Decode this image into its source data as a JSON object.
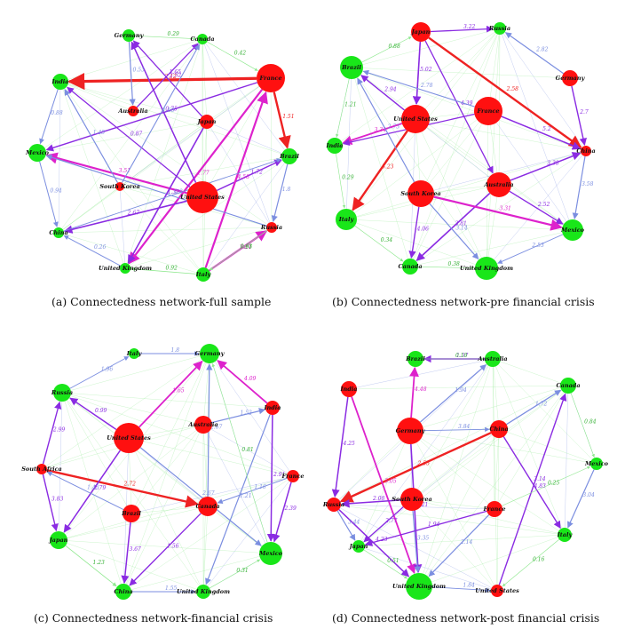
{
  "colors": {
    "net_out": "#ff1010",
    "net_in": "#19e619",
    "edge_strong": "#dd22cc",
    "edge_mid": "#8a2be2",
    "edge_weak": "#7b8ee0",
    "edge_faint": "#8fe88f",
    "edge_top": "#ee2222"
  },
  "panels": [
    {
      "caption": "(a) Connectedness network-full sample",
      "nodes": [
        {
          "label": "Germany",
          "type": "in",
          "r": 7
        },
        {
          "label": "Canada",
          "type": "in",
          "r": 6
        },
        {
          "label": "India",
          "type": "in",
          "r": 9
        },
        {
          "label": "Australia",
          "type": "out",
          "r": 6
        },
        {
          "label": "France",
          "type": "out",
          "r": 16
        },
        {
          "label": "Japan",
          "type": "out",
          "r": 8
        },
        {
          "label": "Mexico",
          "type": "in",
          "r": 10
        },
        {
          "label": "Brazil",
          "type": "in",
          "r": 9
        },
        {
          "label": "South Korea",
          "type": "out",
          "r": 5
        },
        {
          "label": "United States",
          "type": "out",
          "r": 18
        },
        {
          "label": "China",
          "type": "in",
          "r": 6
        },
        {
          "label": "Russia",
          "type": "out",
          "r": 6
        },
        {
          "label": "United Kingdom",
          "type": "in",
          "r": 6
        },
        {
          "label": "Italy",
          "type": "in",
          "r": 8
        }
      ],
      "edges": [
        {
          "from": 4,
          "to": 2,
          "w": 3.2,
          "label": "2.12"
        },
        {
          "from": 4,
          "to": 12,
          "w": 2.2,
          "label": "1.77"
        },
        {
          "from": 4,
          "to": 7,
          "w": 2.4,
          "label": "1.51"
        },
        {
          "from": 4,
          "to": 6,
          "w": 1.4,
          "label": ""
        },
        {
          "from": 9,
          "to": 6,
          "w": 2.2,
          "label": "3.51"
        },
        {
          "from": 9,
          "to": 2,
          "w": 1.3,
          "label": "0.87"
        },
        {
          "from": 9,
          "to": 10,
          "w": 1.6,
          "label": "2.67"
        },
        {
          "from": 9,
          "to": 0,
          "w": 1.5,
          "label": "0.75"
        },
        {
          "from": 9,
          "to": 7,
          "w": 1.4,
          "label": "1.72"
        },
        {
          "from": 13,
          "to": 4,
          "w": 2.2,
          "label": "4.58"
        },
        {
          "from": 13,
          "to": 11,
          "w": 2.1,
          "label": "3.21"
        },
        {
          "from": 11,
          "to": 6,
          "w": 1.1,
          "label": ""
        },
        {
          "from": 5,
          "to": 12,
          "w": 1.6,
          "label": "1.32"
        },
        {
          "from": 5,
          "to": 0,
          "w": 1.3,
          "label": "2.52"
        },
        {
          "from": 3,
          "to": 1,
          "w": 1.3,
          "label": "1.65"
        },
        {
          "from": 8,
          "to": 2,
          "w": 1.2,
          "label": "1.45"
        },
        {
          "from": 8,
          "to": 1,
          "w": 1.1,
          "label": "1.68"
        },
        {
          "from": 0,
          "to": 3,
          "w": 1.2,
          "label": "0.53"
        },
        {
          "from": 10,
          "to": 7,
          "w": 0.9,
          "label": "0.8"
        },
        {
          "from": 12,
          "to": 10,
          "w": 0.9,
          "label": "0.26"
        },
        {
          "from": 13,
          "to": 12,
          "w": 0.8,
          "label": "0.92"
        },
        {
          "from": 2,
          "to": 6,
          "w": 1.0,
          "label": "0.88"
        },
        {
          "from": 6,
          "to": 10,
          "w": 1.0,
          "label": "0.94"
        },
        {
          "from": 0,
          "to": 1,
          "w": 0.6,
          "label": "0.29"
        },
        {
          "from": 11,
          "to": 13,
          "w": 0.6,
          "label": "0.61"
        },
        {
          "from": 7,
          "to": 11,
          "w": 1.2,
          "label": "1.8"
        },
        {
          "from": 11,
          "to": 13,
          "w": 0.6,
          "label": "0.93"
        },
        {
          "from": 1,
          "to": 4,
          "w": 0.6,
          "label": "0.42"
        }
      ]
    },
    {
      "caption": "(b) Connectedness network-pre financial crisis",
      "nodes": [
        {
          "label": "Japan",
          "type": "out",
          "r": 11
        },
        {
          "label": "Russia",
          "type": "in",
          "r": 7
        },
        {
          "label": "Brazil",
          "type": "in",
          "r": 13
        },
        {
          "label": "Germany",
          "type": "out",
          "r": 9
        },
        {
          "label": "United States",
          "type": "out",
          "r": 16
        },
        {
          "label": "France",
          "type": "out",
          "r": 16
        },
        {
          "label": "India",
          "type": "in",
          "r": 9
        },
        {
          "label": "China",
          "type": "out",
          "r": 6
        },
        {
          "label": "Australia",
          "type": "out",
          "r": 14
        },
        {
          "label": "South Korea",
          "type": "out",
          "r": 15
        },
        {
          "label": "Italy",
          "type": "in",
          "r": 12
        },
        {
          "label": "Mexico",
          "type": "in",
          "r": 12
        },
        {
          "label": "Canada",
          "type": "in",
          "r": 9
        },
        {
          "label": "United Kingdom",
          "type": "in",
          "r": 13
        }
      ],
      "edges": [
        {
          "from": 0,
          "to": 7,
          "w": 2.4,
          "label": "2.58"
        },
        {
          "from": 0,
          "to": 1,
          "w": 1.3,
          "label": "3.22"
        },
        {
          "from": 0,
          "to": 4,
          "w": 1.6,
          "label": "5.02"
        },
        {
          "from": 0,
          "to": 8,
          "w": 1.3,
          "label": "4.39"
        },
        {
          "from": 4,
          "to": 10,
          "w": 2.4,
          "label": "3.23"
        },
        {
          "from": 4,
          "to": 6,
          "w": 1.8,
          "label": "3.34"
        },
        {
          "from": 4,
          "to": 2,
          "w": 1.4,
          "label": "2.94"
        },
        {
          "from": 8,
          "to": 12,
          "w": 1.6,
          "label": "3.81"
        },
        {
          "from": 8,
          "to": 7,
          "w": 1.6,
          "label": "3.38"
        },
        {
          "from": 8,
          "to": 11,
          "w": 1.4,
          "label": "2.52"
        },
        {
          "from": 9,
          "to": 11,
          "w": 2.2,
          "label": "3.31"
        },
        {
          "from": 9,
          "to": 12,
          "w": 1.4,
          "label": "4.06"
        },
        {
          "from": 9,
          "to": 13,
          "w": 1.2,
          "label": "3.14"
        },
        {
          "from": 5,
          "to": 7,
          "w": 1.6,
          "label": "5.2"
        },
        {
          "from": 5,
          "to": 6,
          "w": 1.3,
          "label": "3.39"
        },
        {
          "from": 3,
          "to": 7,
          "w": 1.4,
          "label": "2.7"
        },
        {
          "from": 3,
          "to": 1,
          "w": 1.2,
          "label": "2.82"
        },
        {
          "from": 7,
          "to": 11,
          "w": 1.2,
          "label": "3.58"
        },
        {
          "from": 11,
          "to": 13,
          "w": 0.9,
          "label": "2.53"
        },
        {
          "from": 2,
          "to": 0,
          "w": 0.6,
          "label": "0.88"
        },
        {
          "from": 2,
          "to": 6,
          "w": 0.6,
          "label": "1.21"
        },
        {
          "from": 6,
          "to": 10,
          "w": 0.6,
          "label": "0.29"
        },
        {
          "from": 10,
          "to": 12,
          "w": 0.6,
          "label": "0.34"
        },
        {
          "from": 12,
          "to": 13,
          "w": 0.6,
          "label": "0.38"
        },
        {
          "from": 9,
          "to": 2,
          "w": 1.2,
          "label": "2.73"
        },
        {
          "from": 5,
          "to": 2,
          "w": 1.1,
          "label": "2.78"
        }
      ]
    },
    {
      "caption": "(c) Connectedness network-financial crisis",
      "nodes": [
        {
          "label": "Italy",
          "type": "in",
          "r": 6
        },
        {
          "label": "Germany",
          "type": "in",
          "r": 11
        },
        {
          "label": "Russia",
          "type": "in",
          "r": 10
        },
        {
          "label": "India",
          "type": "out",
          "r": 8
        },
        {
          "label": "United States",
          "type": "out",
          "r": 17
        },
        {
          "label": "Australia",
          "type": "out",
          "r": 10
        },
        {
          "label": "South Africa",
          "type": "out",
          "r": 6
        },
        {
          "label": "France",
          "type": "out",
          "r": 7
        },
        {
          "label": "Canada",
          "type": "out",
          "r": 11
        },
        {
          "label": "Brazil",
          "type": "out",
          "r": 10
        },
        {
          "label": "Japan",
          "type": "in",
          "r": 10
        },
        {
          "label": "Mexico",
          "type": "in",
          "r": 13
        },
        {
          "label": "China",
          "type": "in",
          "r": 9
        },
        {
          "label": "United Kingdom",
          "type": "in",
          "r": 8
        }
      ],
      "edges": [
        {
          "from": 6,
          "to": 8,
          "w": 2.4,
          "label": "2.72"
        },
        {
          "from": 4,
          "to": 1,
          "w": 1.8,
          "label": "1.65"
        },
        {
          "from": 4,
          "to": 2,
          "w": 1.5,
          "label": "0.99"
        },
        {
          "from": 4,
          "to": 10,
          "w": 1.5,
          "label": "2.79"
        },
        {
          "from": 4,
          "to": 11,
          "w": 1.2,
          "label": "2.67"
        },
        {
          "from": 3,
          "to": 1,
          "w": 1.8,
          "label": "4.09"
        },
        {
          "from": 3,
          "to": 11,
          "w": 1.5,
          "label": "2.91"
        },
        {
          "from": 3,
          "to": 13,
          "w": 1.2,
          "label": "1.21"
        },
        {
          "from": 7,
          "to": 11,
          "w": 1.5,
          "label": "2.39"
        },
        {
          "from": 6,
          "to": 2,
          "w": 1.4,
          "label": "2.99"
        },
        {
          "from": 6,
          "to": 10,
          "w": 1.4,
          "label": "3.83"
        },
        {
          "from": 9,
          "to": 12,
          "w": 1.5,
          "label": "3.67"
        },
        {
          "from": 8,
          "to": 12,
          "w": 1.4,
          "label": "1.56"
        },
        {
          "from": 8,
          "to": 1,
          "w": 1.2,
          "label": "2.67"
        },
        {
          "from": 5,
          "to": 3,
          "w": 1.2,
          "label": "1.52"
        },
        {
          "from": 0,
          "to": 1,
          "w": 0.9,
          "label": "1.8"
        },
        {
          "from": 2,
          "to": 0,
          "w": 0.9,
          "label": "1.96"
        },
        {
          "from": 10,
          "to": 12,
          "w": 0.8,
          "label": "1.23"
        },
        {
          "from": 12,
          "to": 13,
          "w": 0.9,
          "label": "1.55"
        },
        {
          "from": 13,
          "to": 11,
          "w": 0.6,
          "label": "0.31"
        },
        {
          "from": 7,
          "to": 8,
          "w": 1.0,
          "label": "1.16"
        },
        {
          "from": 9,
          "to": 6,
          "w": 1.0,
          "label": "1.43"
        },
        {
          "from": 11,
          "to": 1,
          "w": 0.6,
          "label": "0.81"
        }
      ]
    },
    {
      "caption": "(d) Connectedness network-post financial crisis",
      "nodes": [
        {
          "label": "Brazil",
          "type": "in",
          "r": 9
        },
        {
          "label": "Australia",
          "type": "in",
          "r": 9
        },
        {
          "label": "Canada",
          "type": "in",
          "r": 9
        },
        {
          "label": "India",
          "type": "out",
          "r": 9
        },
        {
          "label": "Germany",
          "type": "out",
          "r": 15
        },
        {
          "label": "China",
          "type": "out",
          "r": 10
        },
        {
          "label": "Mexico",
          "type": "in",
          "r": 7
        },
        {
          "label": "Russia",
          "type": "out",
          "r": 8
        },
        {
          "label": "South Korea",
          "type": "out",
          "r": 13
        },
        {
          "label": "France",
          "type": "out",
          "r": 9
        },
        {
          "label": "Italy",
          "type": "in",
          "r": 8
        },
        {
          "label": "Japan",
          "type": "in",
          "r": 7
        },
        {
          "label": "United Kingdom",
          "type": "in",
          "r": 15
        },
        {
          "label": "United States",
          "type": "out",
          "r": 7
        }
      ],
      "edges": [
        {
          "from": 5,
          "to": 7,
          "w": 2.4,
          "label": "2.55"
        },
        {
          "from": 3,
          "to": 12,
          "w": 1.8,
          "label": "5.05"
        },
        {
          "from": 3,
          "to": 7,
          "w": 1.5,
          "label": "4.25"
        },
        {
          "from": 4,
          "to": 0,
          "w": 1.8,
          "label": "4.48"
        },
        {
          "from": 4,
          "to": 12,
          "w": 1.6,
          "label": "3.21"
        },
        {
          "from": 4,
          "to": 1,
          "w": 1.2,
          "label": "1.94"
        },
        {
          "from": 8,
          "to": 7,
          "w": 1.6,
          "label": "2.08"
        },
        {
          "from": 8,
          "to": 11,
          "w": 1.3,
          "label": "2.77"
        },
        {
          "from": 8,
          "to": 12,
          "w": 1.2,
          "label": "3.35"
        },
        {
          "from": 9,
          "to": 11,
          "w": 1.4,
          "label": "1.94"
        },
        {
          "from": 9,
          "to": 12,
          "w": 1.2,
          "label": "2.14"
        },
        {
          "from": 5,
          "to": 10,
          "w": 1.4,
          "label": "3.14"
        },
        {
          "from": 5,
          "to": 2,
          "w": 1.2,
          "label": "1.72"
        },
        {
          "from": 13,
          "to": 2,
          "w": 1.4,
          "label": "4.83"
        },
        {
          "from": 1,
          "to": 0,
          "w": 1.4,
          "label": "1.57"
        },
        {
          "from": 7,
          "to": 12,
          "w": 1.5,
          "label": "4.23"
        },
        {
          "from": 7,
          "to": 11,
          "w": 1.2,
          "label": "3.44"
        },
        {
          "from": 6,
          "to": 10,
          "w": 1.2,
          "label": "3.04"
        },
        {
          "from": 12,
          "to": 13,
          "w": 0.9,
          "label": "1.84"
        },
        {
          "from": 2,
          "to": 6,
          "w": 0.6,
          "label": "0.84"
        },
        {
          "from": 0,
          "to": 1,
          "w": 0.6,
          "label": "0.18"
        },
        {
          "from": 11,
          "to": 12,
          "w": 0.6,
          "label": "0.51"
        },
        {
          "from": 10,
          "to": 13,
          "w": 0.6,
          "label": "0.16"
        },
        {
          "from": 4,
          "to": 5,
          "w": 0.9,
          "label": "3.84"
        },
        {
          "from": 9,
          "to": 6,
          "w": 0.6,
          "label": "0.25"
        }
      ]
    }
  ]
}
